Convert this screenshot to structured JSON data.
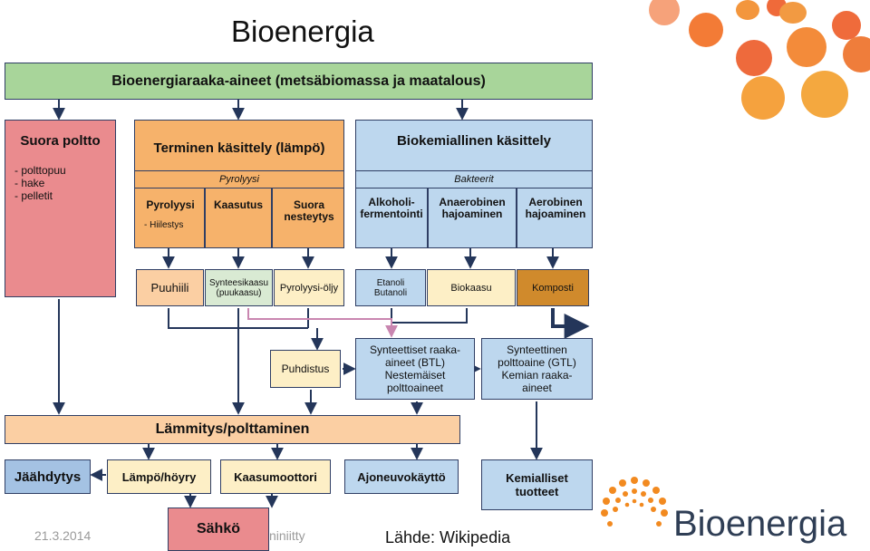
{
  "title": "Bioenergia",
  "top_bar": "Bioenergiaraaka-aineet (metsäbiomassa ja maatalous)",
  "suora": {
    "title": "Suora poltto",
    "items": [
      "- polttopuu",
      "- hake",
      "- pelletit"
    ]
  },
  "terminen": {
    "title": "Terminen käsittely (lämpö)",
    "subheader": "Pyrolyysi",
    "col1": "Pyrolyysi",
    "col1_note": "- Hiilestys",
    "col2": "Kaasutus",
    "col3": "Suora nesteytys"
  },
  "biokem": {
    "title": "Biokemiallinen käsittely",
    "subheader": "Bakteerit",
    "col1": "Alkoholi-fermentointi",
    "col2": "Anaerobinen hajoaminen",
    "col3": "Aerobinen hajoaminen"
  },
  "products": {
    "puuhiili": "Puuhiili",
    "synteesikaasu": "Synteesikaasu (puukaasu)",
    "pyrolyysioljy": "Pyrolyysi-öljy",
    "etanoli": "Etanoli Butanoli",
    "biokaasu": "Biokaasu",
    "komposti": "Komposti"
  },
  "puhdistus": "Puhdistus",
  "btl": "Synteettiset raaka-aineet (BTL) Nestemäiset polttoaineet",
  "gtl": "Synteettinen polttoaine (GTL) Kemian raaka-aineet",
  "lammitys": "Lämmitys/polttaminen",
  "jaahdytys": "Jäähdytys",
  "lampo": "Lämpö/höyry",
  "kaasumoottori": "Kaasumoottori",
  "ajoneuvo": "Ajoneuvokäyttö",
  "kemialliset": "Kemialliset tuotteet",
  "sahko": "Sähkö",
  "footer": {
    "date": "21.3.2014",
    "author_fragment": "niniitty",
    "source": "Lähde: Wikipedia",
    "logo_text": "Bioenergia"
  },
  "colors": {
    "green": "#a8d59a",
    "red": "#ea8b8e",
    "orange": "#f6b26b",
    "blue": "#bdd7ee",
    "peach": "#fbcfa3",
    "yellow": "#fdefc6",
    "brown": "#d08a2c",
    "brand_orange": "#f28a20"
  }
}
